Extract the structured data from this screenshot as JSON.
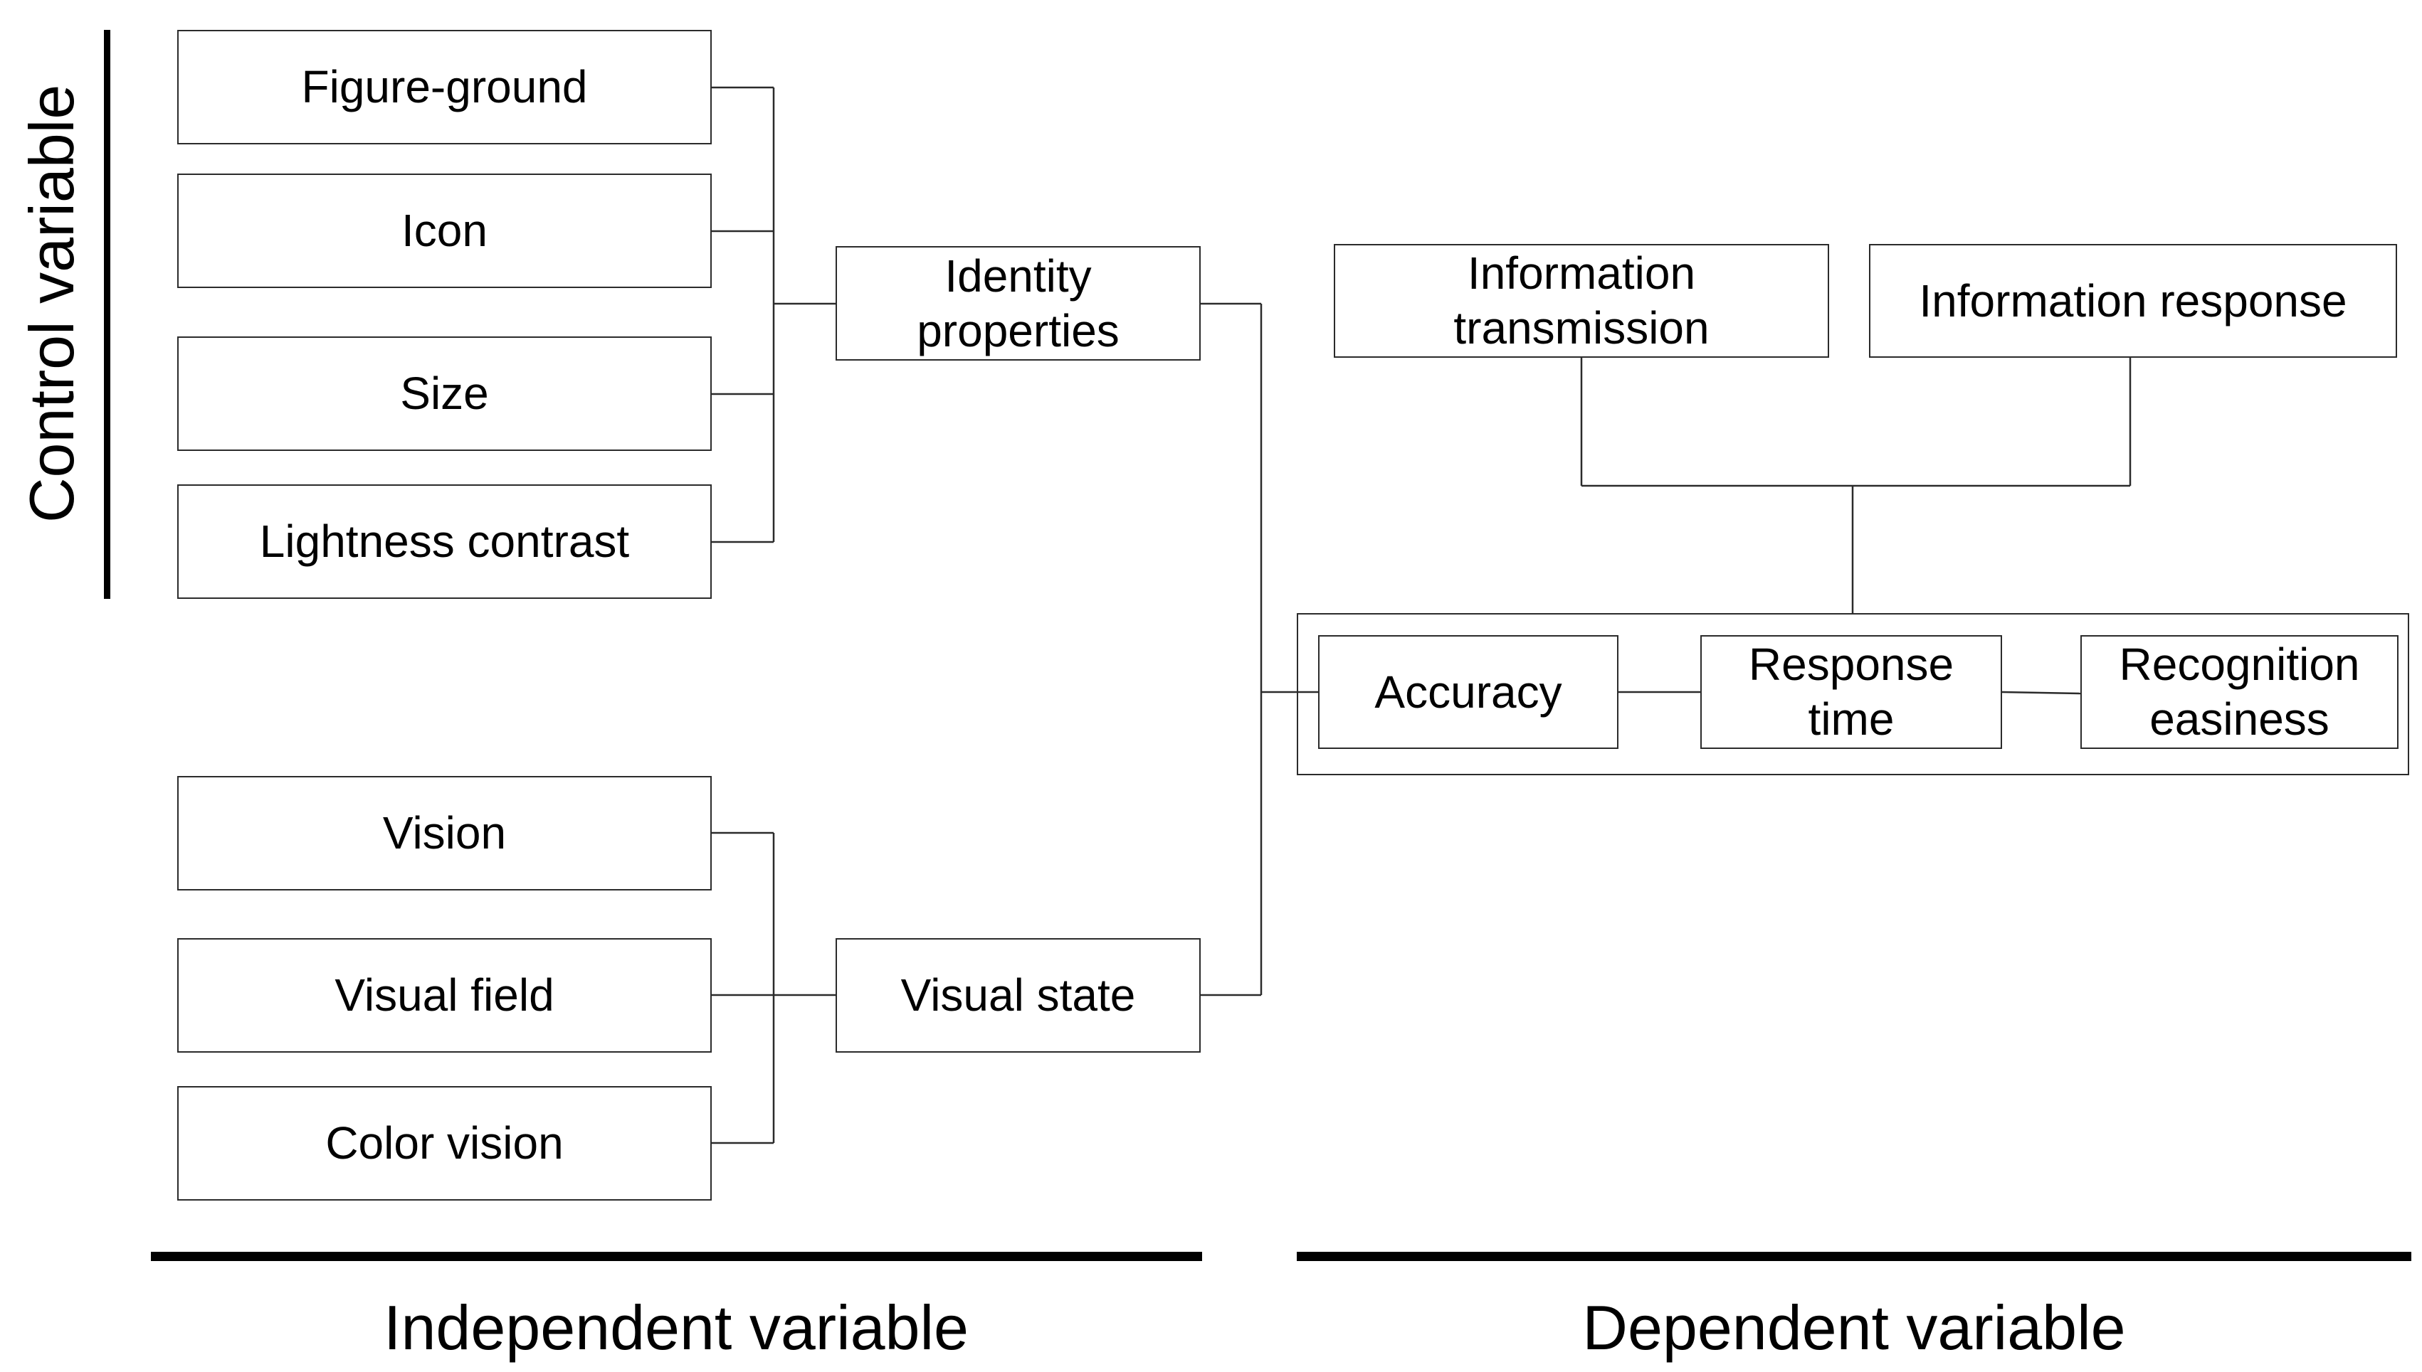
{
  "labels": {
    "control_variable": "Control variable",
    "independent_variable": "Independent variable",
    "dependent_variable": "Dependent variable"
  },
  "identity_factors": [
    "Figure-ground",
    "Icon",
    "Size",
    "Lightness contrast"
  ],
  "identity_group": "Identity\nproperties",
  "visual_factors": [
    "Vision",
    "Visual field",
    "Color vision"
  ],
  "visual_group": "Visual state",
  "information": {
    "transmission": "Information\ntransmission",
    "response": "Information response"
  },
  "measures": [
    "Accuracy",
    "Response\ntime",
    "Recognition\neasiness"
  ]
}
